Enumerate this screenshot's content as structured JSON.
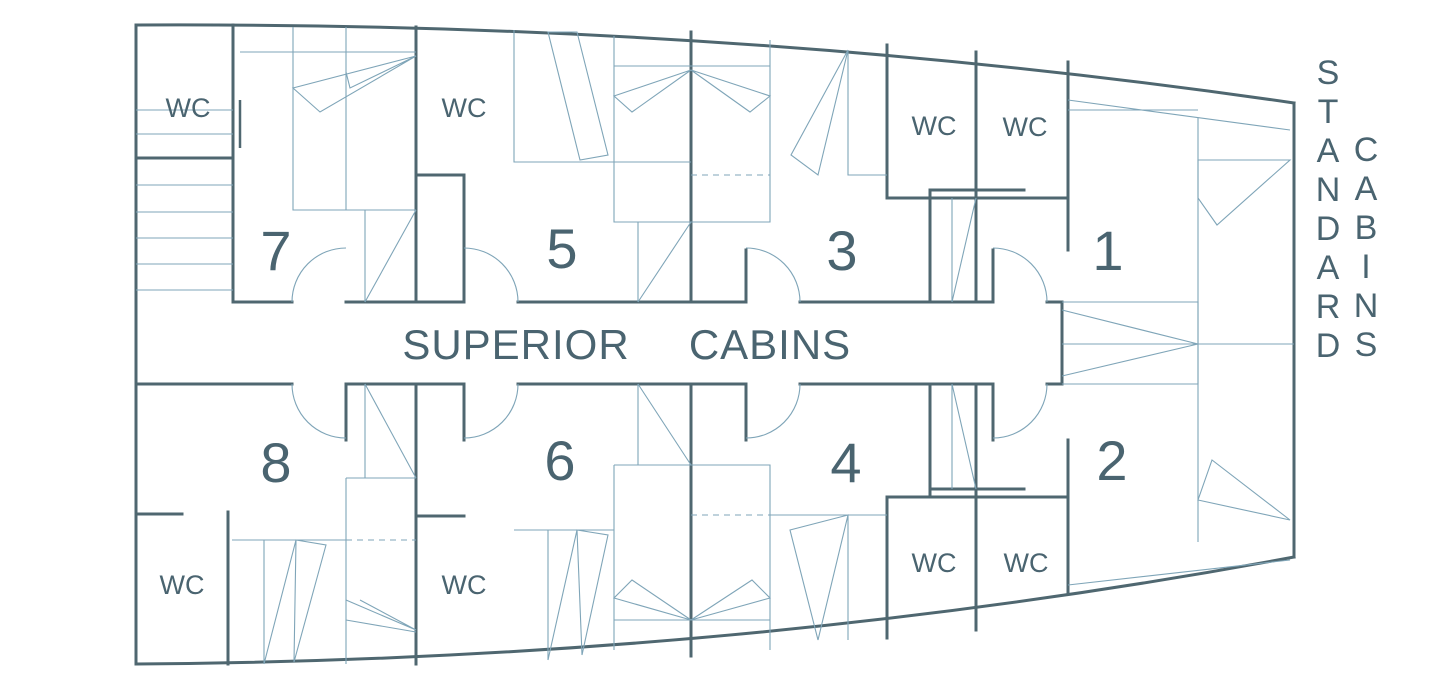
{
  "plan": {
    "corridor_label_1": "SUPERIOR",
    "corridor_label_2": "CABINS",
    "side_label_1": "STANDARD",
    "side_label_2": "CABINS",
    "cabins": [
      "1",
      "2",
      "3",
      "4",
      "5",
      "6",
      "7",
      "8"
    ],
    "wc_label": "WC",
    "colors": {
      "wall": "#4f6770",
      "fixture": "#7fa5b8",
      "text": "#4a6470"
    }
  }
}
